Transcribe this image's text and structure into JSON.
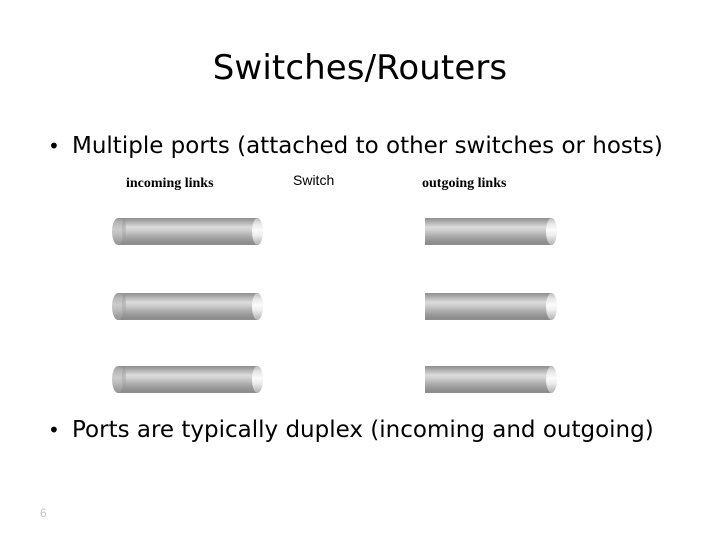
{
  "slide": {
    "title": "Switches/Routers",
    "page_number": "6",
    "background_color": "#ffffff",
    "text_color": "#000000",
    "page_number_color": "#c3c3c3"
  },
  "bullets": [
    {
      "marker": "•",
      "text": "Multiple ports (attached to other switches or hosts)"
    },
    {
      "marker": "•",
      "text": "Ports are typically duplex (incoming and outgoing)"
    }
  ],
  "diagram": {
    "captions": {
      "incoming": "incoming links",
      "switch": "Switch",
      "outgoing": "outgoing links"
    },
    "link_color_light": "#fbfbfb",
    "link_color_mid": "#bdbdbd",
    "link_color_dark": "#8a8a8a",
    "rows": 3,
    "incoming_links": [
      {
        "label": "incoming-link-1"
      },
      {
        "label": "incoming-link-2"
      },
      {
        "label": "incoming-link-3"
      }
    ],
    "outgoing_links": [
      {
        "label": "outgoing-link-1"
      },
      {
        "label": "outgoing-link-2"
      },
      {
        "label": "outgoing-link-3"
      }
    ]
  }
}
